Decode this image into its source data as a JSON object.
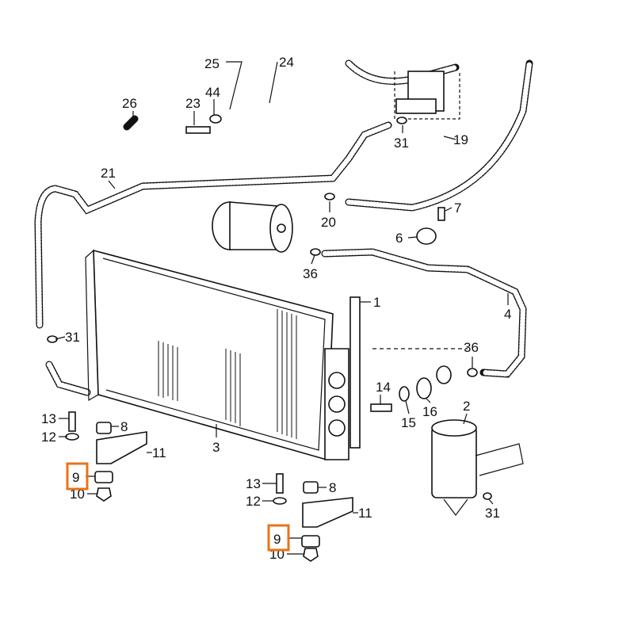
{
  "diagram": {
    "highlight_color": "#E8731A",
    "labels": {
      "l25": "25",
      "l24": "24",
      "l26": "26",
      "l23": "23",
      "l44": "44",
      "l31a": "31",
      "l19": "19",
      "l21": "21",
      "l20": "20",
      "l7": "7",
      "l6": "6",
      "l36a": "36",
      "l1": "1",
      "l4": "4",
      "l31b": "31",
      "l36b": "36",
      "l13a": "13",
      "l8a": "8",
      "l12a": "12",
      "l11a": "11",
      "l3": "3",
      "l14": "14",
      "l15": "15",
      "l16": "16",
      "l2": "2",
      "l31c": "31",
      "l9a": "9",
      "l10a": "10",
      "l13b": "13",
      "l8b": "8",
      "l12b": "12",
      "l11b": "11",
      "l9b": "9",
      "l10b": "10"
    }
  }
}
